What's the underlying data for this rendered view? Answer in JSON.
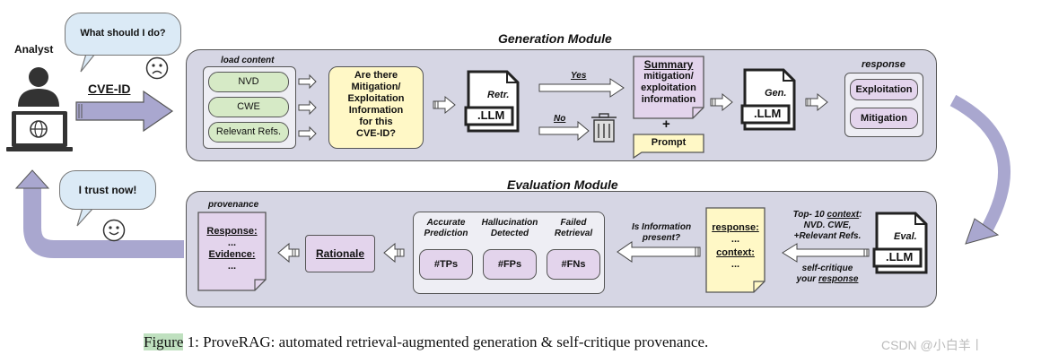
{
  "analyst": {
    "label": "Analyst",
    "cve_label": "CVE-ID"
  },
  "bubbles": {
    "question": "What should I do?",
    "trust": "I trust now!"
  },
  "generation": {
    "title": "Generation Module",
    "load_content_label": "load content",
    "sources": [
      "NVD",
      "CWE",
      "Relevant Refs."
    ],
    "question_box": [
      "Are there",
      "Mitigation/",
      "Exploitation",
      "Information",
      "for this",
      "CVE-ID?"
    ],
    "retr_llm": {
      "tag": "Retr.",
      "name": ".LLM"
    },
    "yes_label": "Yes",
    "no_label": "No",
    "summary": {
      "title": "Summary",
      "lines": [
        "mitigation/",
        "exploitation",
        "information"
      ]
    },
    "plus": "+",
    "prompt": "Prompt",
    "gen_llm": {
      "tag": "Gen.",
      "name": ".LLM"
    },
    "response_label": "response",
    "responses": [
      "Exploitation",
      "Mitigation"
    ]
  },
  "evaluation": {
    "title": "Evaluation Module",
    "provenance_label": "provenance",
    "provenance_box": {
      "response": "Response:",
      "dots1": "...",
      "evidence": "Evidence:",
      "dots2": "..."
    },
    "rationale": "Rationale",
    "metrics": [
      {
        "heading": [
          "Accurate",
          "Prediction"
        ],
        "value": "#TPs"
      },
      {
        "heading": [
          "Hallucination",
          "Detected"
        ],
        "value": "#FPs"
      },
      {
        "heading": [
          "Failed",
          "Retrieval"
        ],
        "value": "#FNs"
      }
    ],
    "info_question": [
      "Is Information",
      "present?"
    ],
    "note": {
      "response": "response:",
      "dots1": "...",
      "context": "context:",
      "dots2": "..."
    },
    "top_context": [
      "Top- 10",
      "context",
      "NVD. CWE,",
      "+Relevant Refs."
    ],
    "self_critique": [
      "self-critique",
      "your",
      "response"
    ],
    "eval_llm": {
      "tag": "Eval.",
      "name": ".LLM"
    }
  },
  "caption": {
    "figure": "Figure",
    "rest": " 1: ProveRAG: automated retrieval-augmented generation & self-critique provenance.",
    "watermark": "CSDN @小白羊丨"
  },
  "colors": {
    "panel": "#d6d6e4",
    "green": "#d6eac6",
    "purple": "#e3d4ec",
    "yellow": "#fff8c6",
    "arrow": "#a9a7cf",
    "bubble": "#dbeaf6"
  }
}
